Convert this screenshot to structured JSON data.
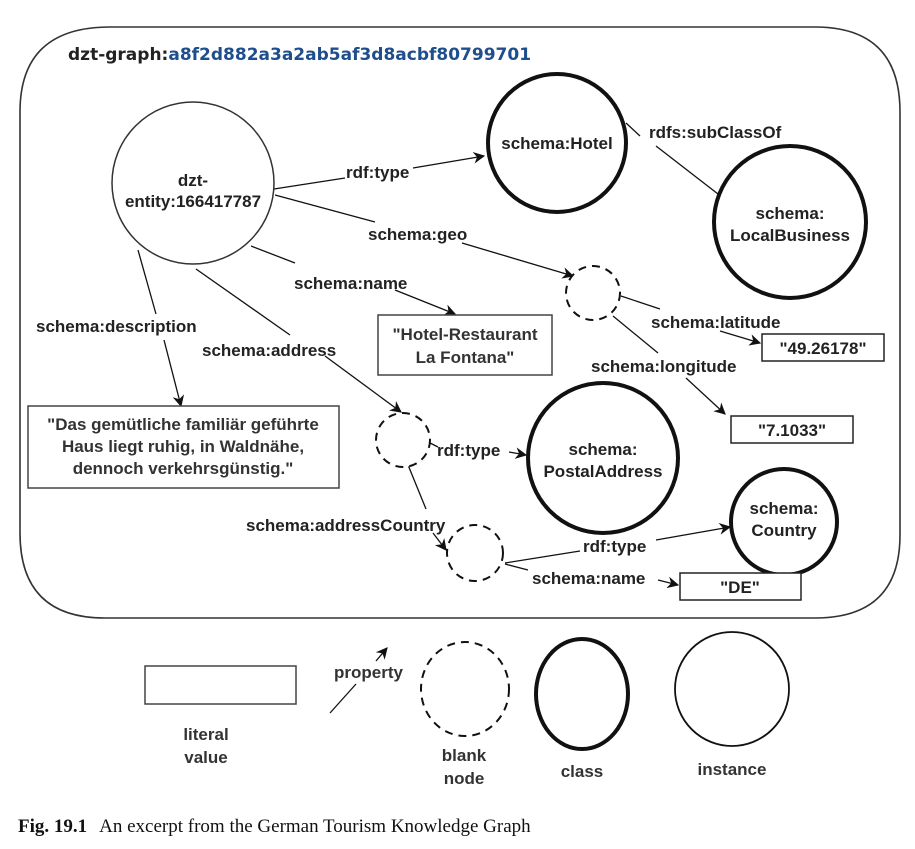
{
  "graph": {
    "prefix": "dzt-graph:",
    "id": "a8f2d882a3a2ab5af3d8acbf80799701",
    "id_color": "#1f4e8c"
  },
  "nodes": {
    "entity": {
      "line1": "dzt-",
      "line2": "entity:166417787",
      "kind": "instance"
    },
    "hotel": {
      "label": "schema:Hotel",
      "kind": "class"
    },
    "local_business": {
      "line1": "schema:",
      "line2": "LocalBusiness",
      "kind": "class"
    },
    "postal_address": {
      "line1": "schema:",
      "line2": "PostalAddress",
      "kind": "class"
    },
    "country": {
      "line1": "schema:",
      "line2": "Country",
      "kind": "class"
    },
    "geo_blank": {
      "kind": "blank"
    },
    "address_blank": {
      "kind": "blank"
    },
    "country_blank": {
      "kind": "blank"
    }
  },
  "literals": {
    "name": {
      "line1": "\"Hotel-Restaurant",
      "line2": "La Fontana\""
    },
    "description": {
      "line1": "\"Das gemütliche familiär geführte",
      "line2": "Haus liegt ruhig, in Waldnähe,",
      "line3": "dennoch verkehrsgünstig.\""
    },
    "latitude": "\"49.26178\"",
    "longitude": "\"7.1033\"",
    "country_name": "\"DE\""
  },
  "edges": {
    "rdf_type_hotel": "rdf:type",
    "subclass": "rdfs:subClassOf",
    "geo": "schema:geo",
    "name": "schema:name",
    "description": "schema:description",
    "address": "schema:address",
    "latitude": "schema:latitude",
    "longitude": "schema:longitude",
    "rdf_type_address": "rdf:type",
    "address_country": "schema:addressCountry",
    "rdf_type_country": "rdf:type",
    "country_name": "schema:name"
  },
  "legend": {
    "literal_line1": "literal",
    "literal_line2": "value",
    "property": "property",
    "blank_line1": "blank",
    "blank_line2": "node",
    "class": "class",
    "instance": "instance"
  },
  "caption": {
    "number": "Fig. 19.1",
    "text": "An excerpt from the German Tourism Knowledge Graph"
  }
}
